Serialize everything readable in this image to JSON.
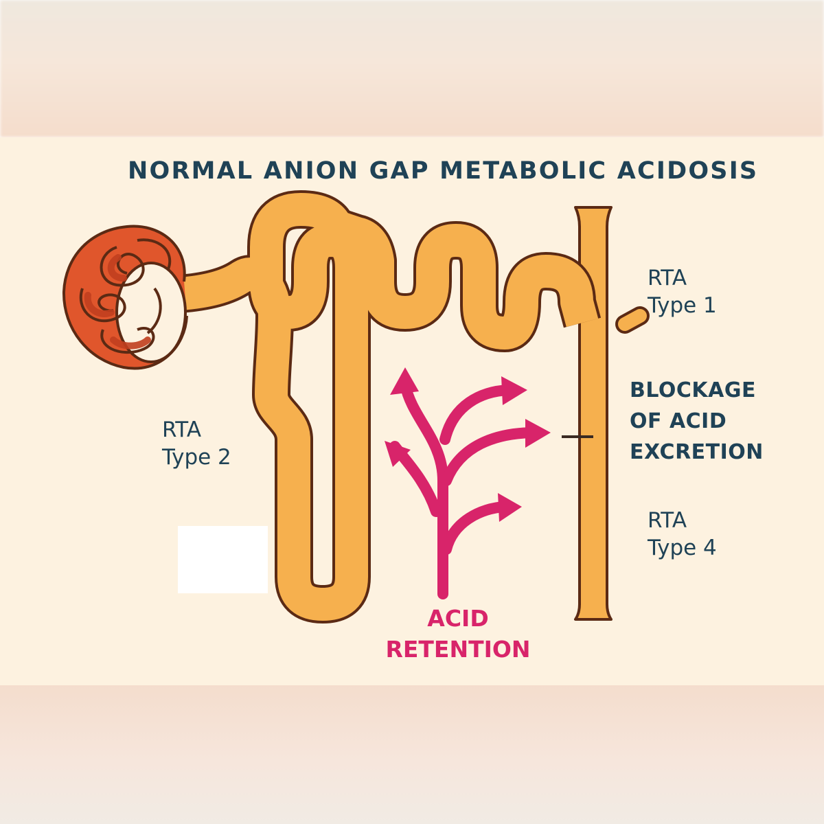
{
  "title": "NORMAL ANION GAP METABOLIC ACIDOSIS",
  "labels": {
    "rta1": {
      "name": "RTA",
      "type": "Type 1"
    },
    "rta2": {
      "name": "RTA",
      "type": "Type 2"
    },
    "rta4": {
      "name": "RTA",
      "type": "Type 4"
    },
    "blockage": {
      "line1": "BLOCKAGE",
      "line2": "OF ACID",
      "line3": "EXCRETION"
    },
    "acid_retention": {
      "line1": "ACID",
      "line2": "RETENTION"
    }
  },
  "colors": {
    "tubule_fill": "#f6b04e",
    "tubule_outline": "#5b2a14",
    "glomerulus": "#e0562c",
    "arrows": "#d8246a",
    "text": "#1f4256",
    "background": "#fdf2e0"
  }
}
